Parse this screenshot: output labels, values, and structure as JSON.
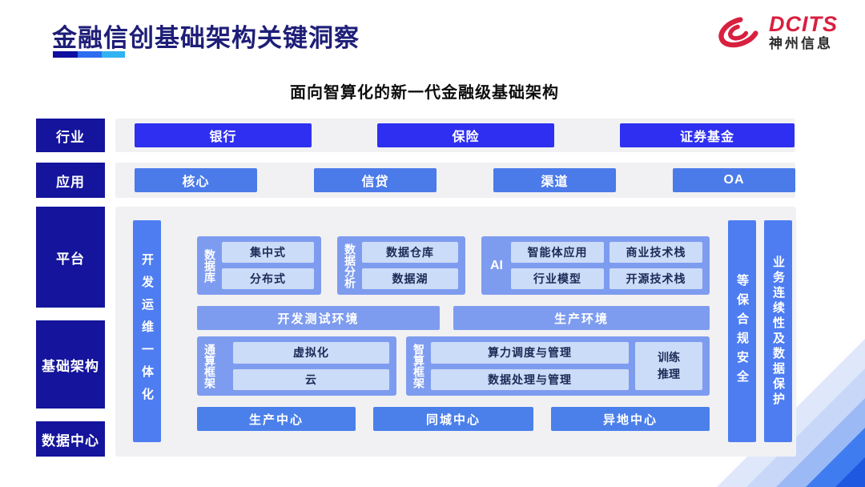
{
  "colors": {
    "title_navy": "#1E1E78",
    "layer_label_navy": "#14149C",
    "industry_button_blue": "#2F2FF2",
    "application_button_blue": "#4B7AE9",
    "strip_gray": "#F1F1F3",
    "pillar_blue": "#4E7DF2",
    "group_blue": "#7E9CEF",
    "light_box_blue": "#CBDCF9",
    "light_box_text": "#1B2A55",
    "center_bar_blue": "#4B80EA",
    "logo_red": "#D8203F"
  },
  "header": {
    "title": "金融信创基础架构关键洞察",
    "logo_brand": "DCITS",
    "logo_company": "神州信息"
  },
  "subtitle": "面向智算化的新一代金融级基础架构",
  "layers": {
    "industry": "行业",
    "application": "应用",
    "platform": "平台",
    "infrastructure": "基础架构",
    "datacenter": "数据中心"
  },
  "industry_items": [
    "银行",
    "保险",
    "证券基金"
  ],
  "application_items": [
    "核心",
    "信贷",
    "渠道",
    "OA"
  ],
  "pillars": {
    "devops": "开发运维一体化",
    "security": "等保合规安全",
    "continuity": "业务连续性及数据保护"
  },
  "platform": {
    "database": {
      "label": "数据库",
      "items": [
        "集中式",
        "分布式"
      ]
    },
    "analytics": {
      "label": "数据分析",
      "items": [
        "数据仓库",
        "数据湖"
      ]
    },
    "ai": {
      "label": "AI",
      "items": [
        "智能体应用",
        "商业技术栈",
        "行业模型",
        "开源技术栈"
      ]
    },
    "environments": [
      "开发测试环境",
      "生产环境"
    ],
    "general_framework": {
      "label": "通算框架",
      "items": [
        "虚拟化",
        "云"
      ]
    },
    "ai_framework": {
      "label": "智算框架",
      "items": [
        "算力调度与管理",
        "数据处理与管理"
      ],
      "side_box": "训练推理"
    },
    "centers": [
      "生产中心",
      "同城中心",
      "异地中心"
    ]
  }
}
